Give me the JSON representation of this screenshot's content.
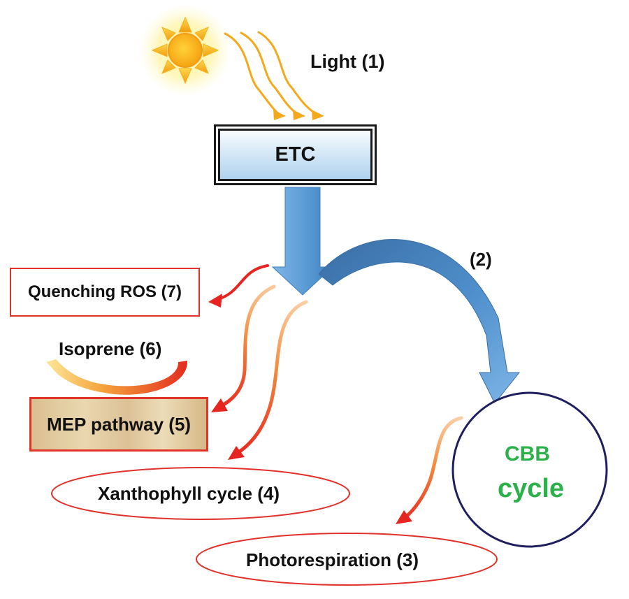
{
  "labels": {
    "light": "Light (1)",
    "etc": "ETC",
    "step2": "(2)",
    "quenching_ros": "Quenching ROS (7)",
    "isoprene": "Isoprene (6)",
    "mep_pathway": "MEP pathway (5)",
    "xanthophyll_cycle": "Xanthophyll cycle (4)",
    "photorespiration": "Photorespiration (3)",
    "cbb_line1": "CBB",
    "cbb_line2": "cycle"
  },
  "colors": {
    "sun": "#fbb516",
    "light_rays": "#f4a91c",
    "etc_flow": "#5b9bd5",
    "cbb_circle_border": "#1f1f5e",
    "cbb_text": "#2bb14a",
    "ellipse_border": "#e0312b",
    "red_arrow": "#e62520",
    "orange_arrow": "#f6a25b"
  },
  "icons": {
    "sun": "sun-icon"
  }
}
